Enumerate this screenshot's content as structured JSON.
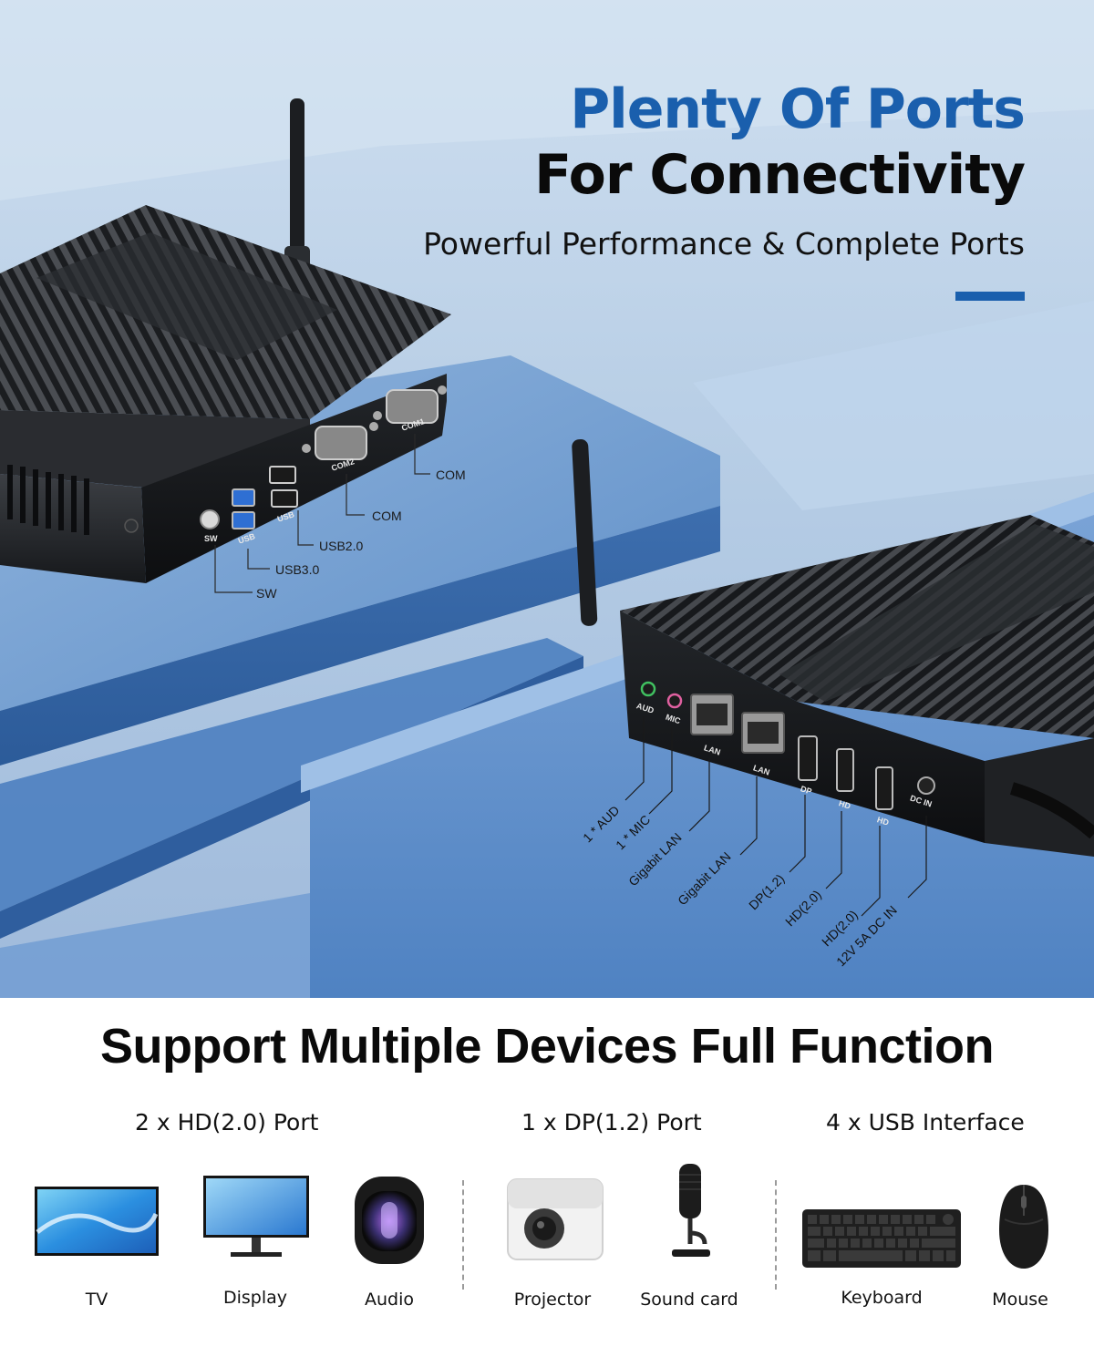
{
  "headline": {
    "line1": "Plenty Of Ports",
    "line2": "For Connectivity",
    "subtitle": "Powerful Performance & Complete Ports",
    "accent_color": "#1a5fad"
  },
  "left_device": {
    "callouts": [
      "COM",
      "COM",
      "USB2.0",
      "USB3.0",
      "SW"
    ],
    "port_marks": [
      "COM1",
      "COM2",
      "USB",
      "USB",
      "SW"
    ]
  },
  "right_device": {
    "callouts": [
      "1 * AUD",
      "1 * MIC",
      "Gigabit LAN",
      "Gigabit LAN",
      "DP(1.2)",
      "HD(2.0)",
      "HD(2.0)",
      "12V 5A DC IN"
    ],
    "port_marks": [
      "AUD",
      "MIC",
      "LAN",
      "LAN",
      "DP",
      "HD",
      "HD",
      "DC IN"
    ]
  },
  "bottom": {
    "title": "Support Multiple Devices Full Function",
    "groups": [
      {
        "label": "2 x HD(2.0) Port",
        "devices": [
          "TV",
          "Display",
          "Audio"
        ]
      },
      {
        "label": "1 x DP(1.2) Port",
        "devices": [
          "Projector",
          "Sound card"
        ]
      },
      {
        "label": "4 x USB Interface",
        "devices": [
          "Keyboard",
          "Mouse"
        ]
      }
    ]
  }
}
